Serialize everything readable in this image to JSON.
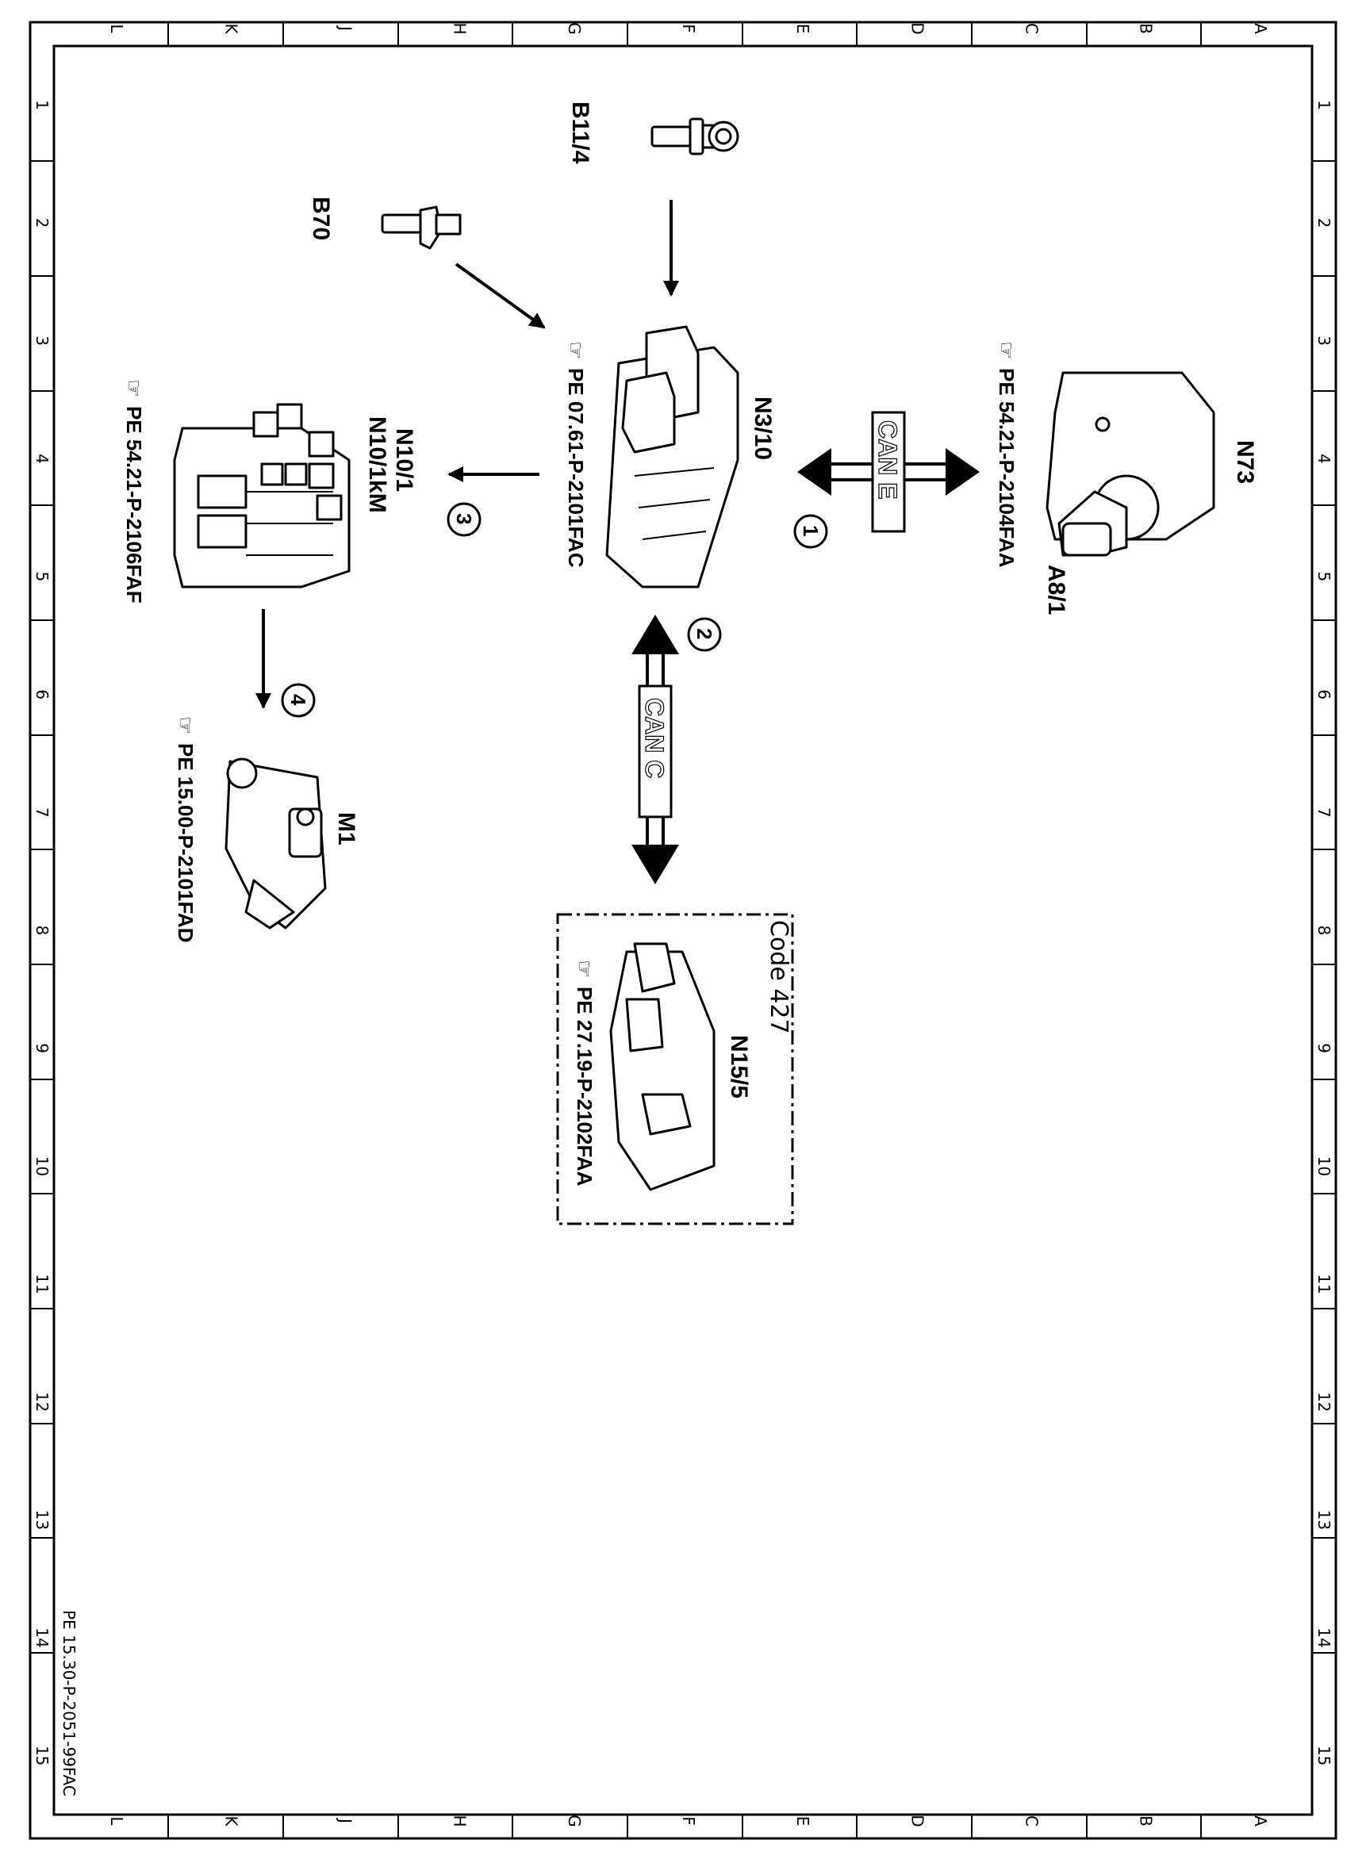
{
  "border": {
    "columns": [
      "L",
      "K",
      "J",
      "H",
      "G",
      "F",
      "E",
      "D",
      "C",
      "B",
      "A"
    ],
    "rows": [
      "1",
      "2",
      "3",
      "4",
      "5",
      "6",
      "7",
      "8",
      "9",
      "10",
      "11",
      "12",
      "13",
      "14",
      "15"
    ]
  },
  "document_id": "PE 15.30-P-2051-99FAC",
  "components": {
    "b11_4": "B11/4",
    "b70": "B70",
    "n3_10": "N3/10",
    "n73": "N73",
    "a8_1": "A8/1",
    "n10": [
      "N10/1",
      "N10/1kM"
    ],
    "m1": "M1",
    "n15_5": "N15/5",
    "code_427": "Code  427"
  },
  "references": {
    "n3_10": "PE  07.61-P-2101FAC",
    "n73": "PE  54.21-P-2104FAA",
    "n10": "PE  54.21-P-2106FAF",
    "m1": "PE  15.00-P-2101FAD",
    "n15_5": "PE  27.19-P-2102FAA"
  },
  "buses": {
    "can_e": "CAN E",
    "can_c": "CAN C"
  },
  "steps": [
    "1",
    "2",
    "3",
    "4"
  ],
  "icons": [
    "pointing-hand-icon"
  ]
}
